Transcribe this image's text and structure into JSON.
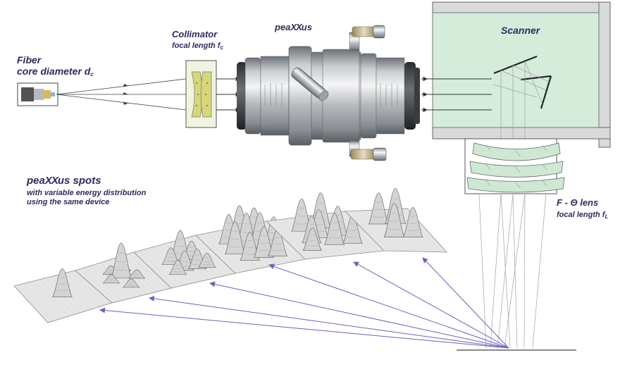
{
  "labels": {
    "fiber_title": "Fiber",
    "fiber_sub_main": "core diameter d",
    "fiber_sub_index": "c",
    "collimator_title": "Collimator",
    "collimator_sub_main": "focal length  f",
    "collimator_sub_index": "c",
    "peaxxus_prefix": "pea",
    "peaxxus_xx": "XX",
    "peaxxus_suffix": "us",
    "scanner": "Scanner",
    "spots_prefix": "pea",
    "spots_xx": "XX",
    "spots_suffix": "us spots",
    "spots_line2": "with variable energy distribution",
    "spots_line3": "using the same device",
    "lens_title": "F - Θ lens",
    "lens_sub_main": "focal length  f",
    "lens_sub_index": "L"
  },
  "colors": {
    "text": "#2e2a5c",
    "scanner_fill": "#d5ecdb",
    "lens_fill": "#cfe8d4",
    "collimator_fill": "#eef4de",
    "collimator_lens": "#d6d77a",
    "ray": "#555566",
    "arrow_purple": "#6a63b8",
    "spot_plate": "#e6e6e6"
  },
  "spot_patterns": [
    {
      "name": "single-peak",
      "peaks": 1
    },
    {
      "name": "ring-with-center",
      "peaks": 6
    },
    {
      "name": "ring-cluster",
      "peaks": 7
    },
    {
      "name": "dense-cluster",
      "peaks": 10
    },
    {
      "name": "triangle-cluster",
      "peaks": 8
    },
    {
      "name": "four-peak",
      "peaks": 4
    }
  ]
}
